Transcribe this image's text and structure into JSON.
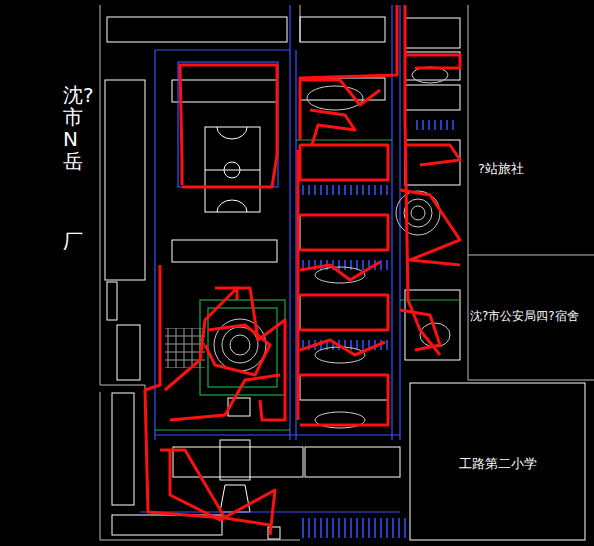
{
  "diagram": {
    "nodes": [
      {
        "text": [
          "沈?市N岳",
          "厂"
        ]
      },
      {
        "text": [
          "?站旅社"
        ]
      },
      {
        "text": [
          "沈?市公安局四?宿舍"
        ]
      },
      {
        "text": [
          "工路第二小学"
        ]
      }
    ]
  }
}
